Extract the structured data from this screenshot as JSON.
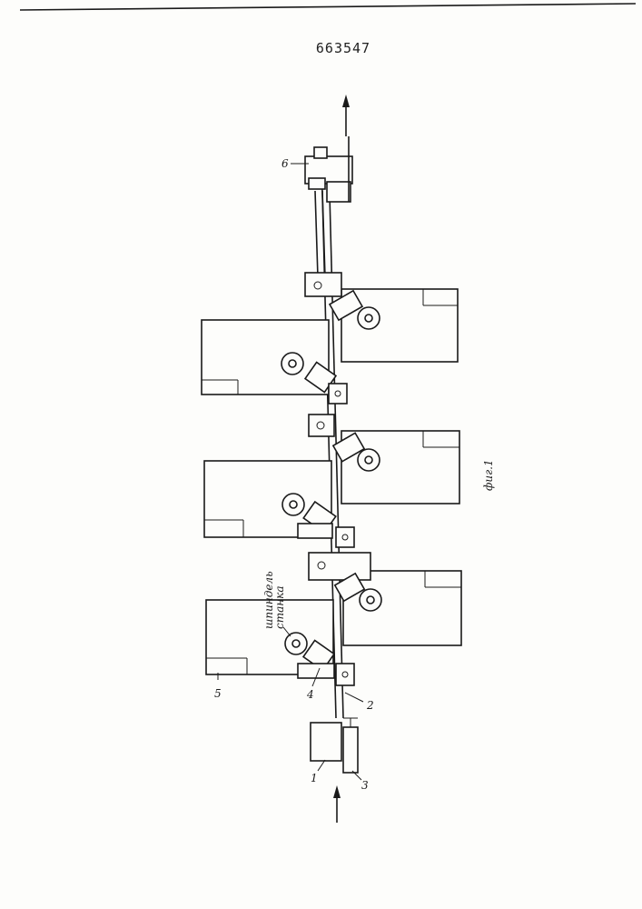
{
  "document": {
    "patent_number": "663547",
    "figure_caption": "фиг.1",
    "annotation": [
      "шпиндель",
      "станка"
    ]
  },
  "labels": {
    "l1": "1",
    "l2": "2",
    "l3": "3",
    "l4": "4",
    "l5": "5",
    "l6": "6"
  }
}
